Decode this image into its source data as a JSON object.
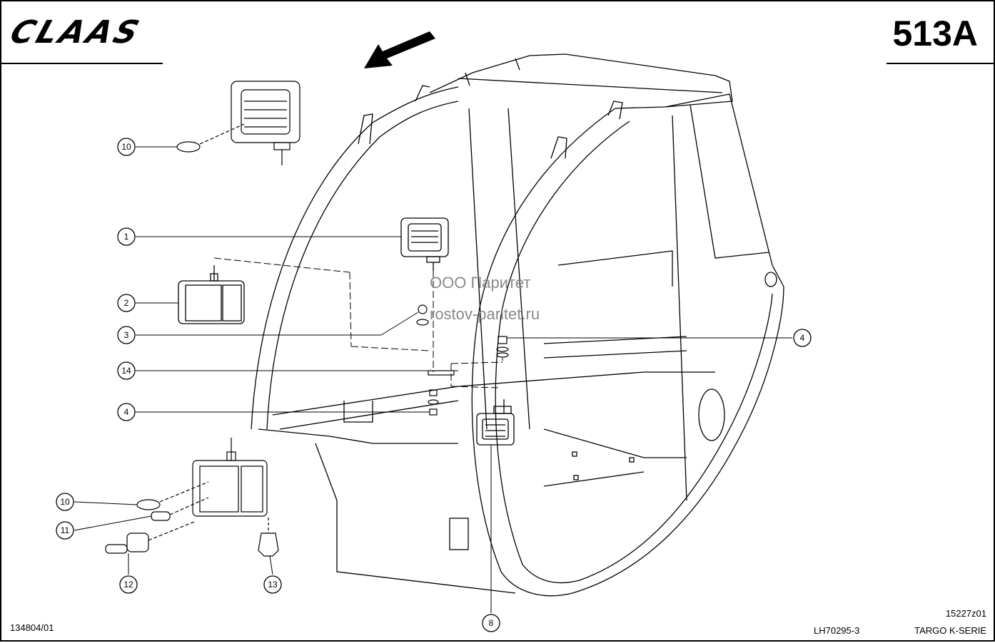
{
  "header": {
    "brand": "CLAAS",
    "page_number": "513A"
  },
  "watermark": {
    "line1": "ООО Паритет",
    "line2": "rostov-paritet.ru"
  },
  "footer": {
    "doc_id": "134804/01",
    "part_ref": "LH70295-3",
    "drawing_ref": "15227z01",
    "series": "TARGO K-SERIE"
  },
  "callouts": [
    {
      "id": "c10a",
      "label": "10"
    },
    {
      "id": "c1",
      "label": "1"
    },
    {
      "id": "c2",
      "label": "2"
    },
    {
      "id": "c3",
      "label": "3"
    },
    {
      "id": "c14",
      "label": "14"
    },
    {
      "id": "c4a",
      "label": "4"
    },
    {
      "id": "c4b",
      "label": "4"
    },
    {
      "id": "c10b",
      "label": "10"
    },
    {
      "id": "c11",
      "label": "11"
    },
    {
      "id": "c12",
      "label": "12"
    },
    {
      "id": "c13",
      "label": "13"
    },
    {
      "id": "c8",
      "label": "8"
    }
  ]
}
